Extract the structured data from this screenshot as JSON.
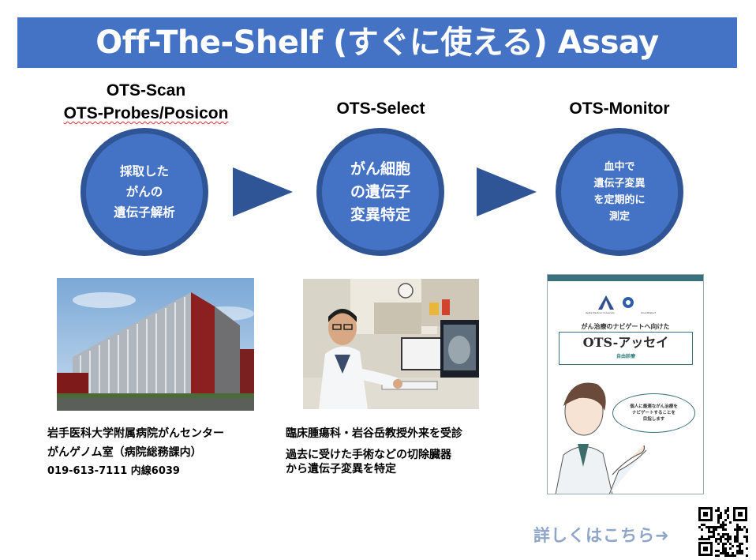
{
  "title": "Off-The-Shelf (すぐに使える) Assay",
  "steps": [
    {
      "label_lines": [
        "OTS-Scan",
        "OTS-Probes/Posicon"
      ],
      "circle_text": "採取した\nがんの\n遺伝子解析"
    },
    {
      "label_lines": [
        "OTS-Select"
      ],
      "circle_text": "がん細胞\nの遺伝子\n変異特定"
    },
    {
      "label_lines": [
        "OTS-Monitor"
      ],
      "circle_text": "血中で\n遺伝子変異\nを定期的に\n測定"
    }
  ],
  "captions": {
    "hospital": [
      "岩手医科大学附属病院がんセンター",
      "がんゲノム室（病院総務課内）",
      "019-613-7111 内線6039"
    ],
    "doctor": [
      "臨床腫瘍科・岩谷岳教授外来を受診",
      "過去に受けた手術などの切除臓器",
      "から遺伝子変異を特定"
    ]
  },
  "brochure": {
    "org_1": "Iwate Medical University",
    "org_2": "QuantDetect",
    "subtitle": "がん治療のナビゲートへ向けた",
    "title": "OTS-アッセイ",
    "category": "自由診療",
    "bubble": "個人に最適ながん治療を\nナビゲートすることを\n目指します"
  },
  "link_text": "詳しくはこちら➜",
  "colors": {
    "banner": "#4472c4",
    "circle_fill": "#4472c4",
    "circle_border": "#2f5597",
    "arrow": "#2f5597",
    "link": "#8fa6c8"
  }
}
